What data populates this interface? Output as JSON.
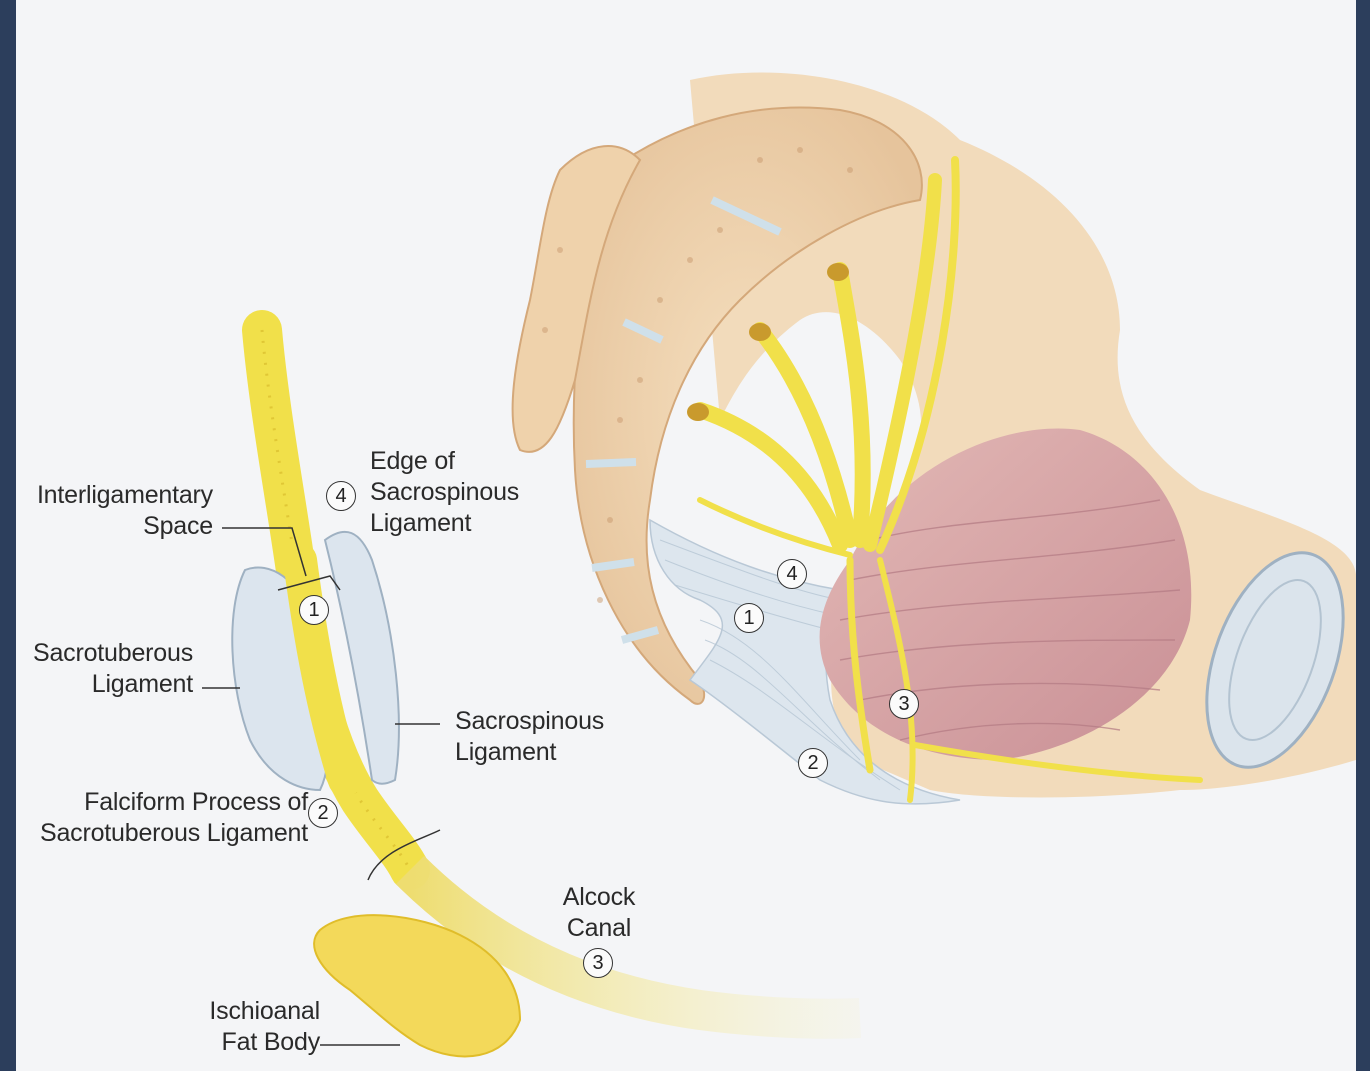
{
  "labels": {
    "interligamentary_space": "Interligamentary\nSpace",
    "edge_sacrospinous": "Edge of\nSacrospinous\nLigament",
    "sacrotuberous": "Sacrotuberous\nLigament",
    "sacrospinous": "Sacrospinous\nLigament",
    "falciform": "Falciform Process of\nSacrotuberous Ligament",
    "alcock": "Alcock\nCanal",
    "ischioanal": "Ischioanal\nFat Body"
  },
  "markers": [
    "1",
    "2",
    "3",
    "4"
  ],
  "colors": {
    "nerve": "#f1e04a",
    "bone": "#f0d7b4",
    "ligament": "#dce5ee",
    "muscle": "#d9a9ab",
    "fat": "#f3d95a"
  }
}
